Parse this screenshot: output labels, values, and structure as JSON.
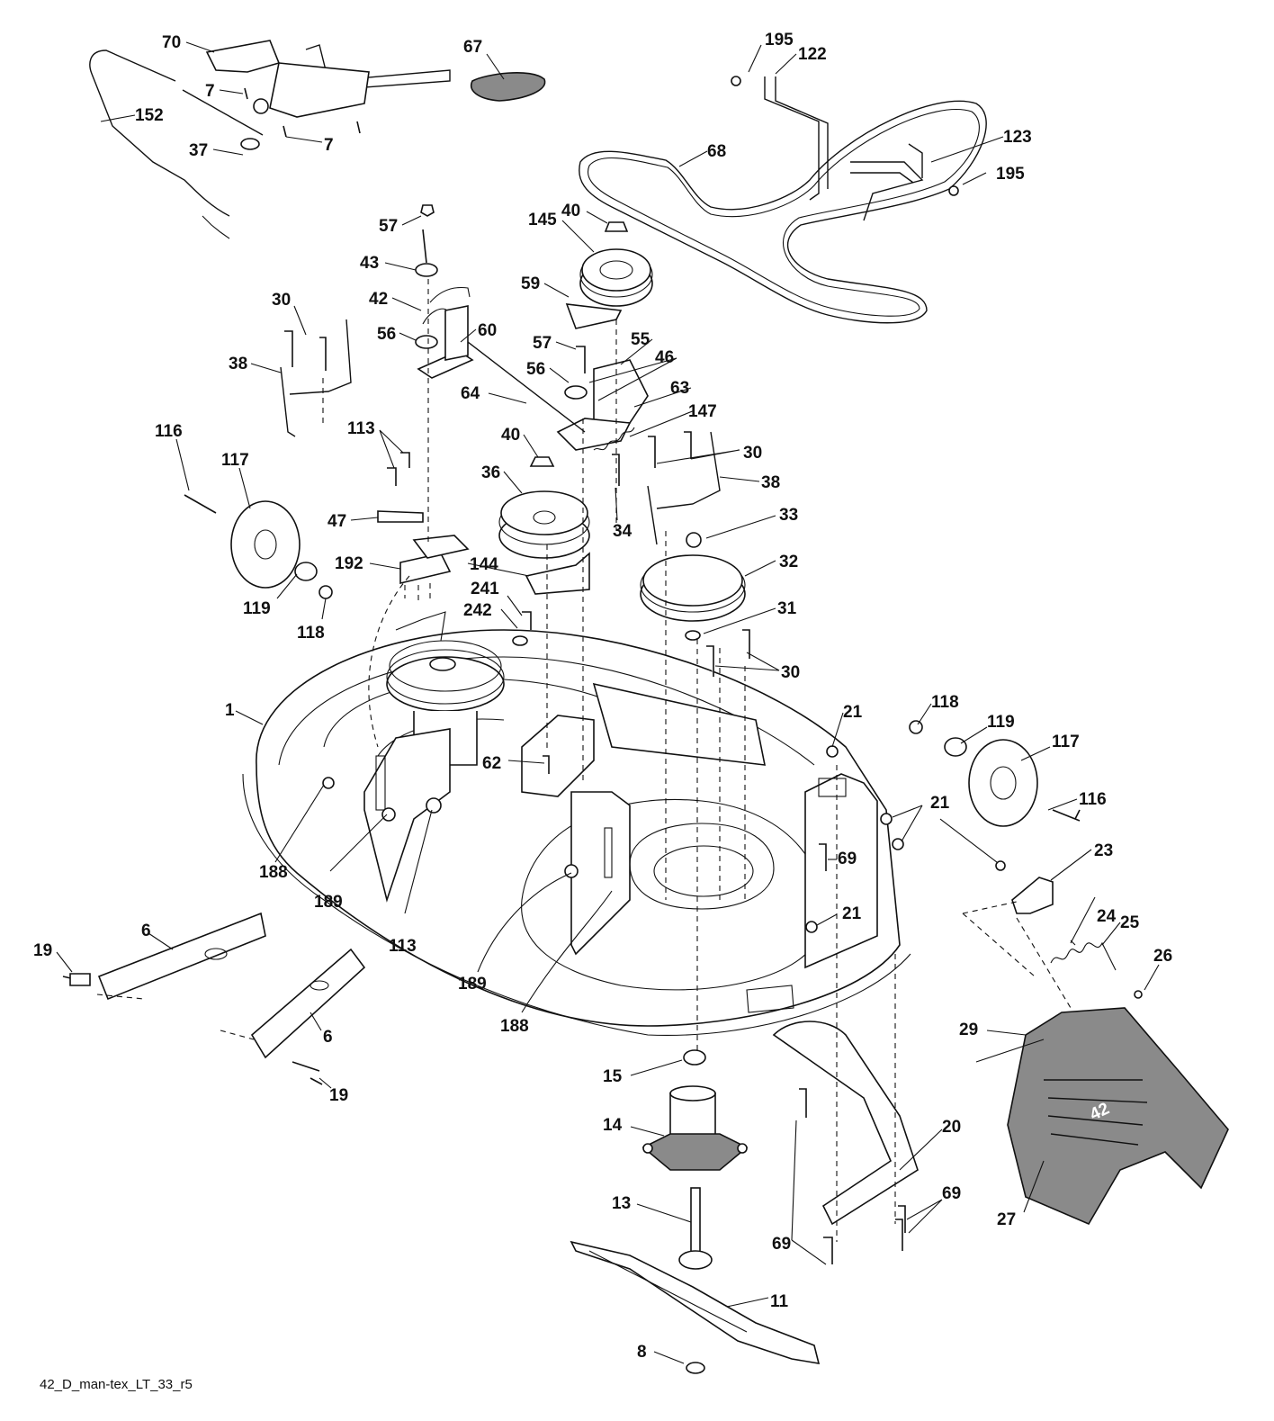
{
  "caption": "42_D_man-tex_LT_33_r5",
  "deck_badge": "42",
  "callouts": [
    {
      "id": "c70",
      "text": "70"
    },
    {
      "id": "c67",
      "text": "67"
    },
    {
      "id": "c7a",
      "text": "7"
    },
    {
      "id": "c7b",
      "text": "7"
    },
    {
      "id": "c152",
      "text": "152"
    },
    {
      "id": "c37",
      "text": "37"
    },
    {
      "id": "c195a",
      "text": "195"
    },
    {
      "id": "c122",
      "text": "122"
    },
    {
      "id": "c68",
      "text": "68"
    },
    {
      "id": "c123",
      "text": "123"
    },
    {
      "id": "c195b",
      "text": "195"
    },
    {
      "id": "c57a",
      "text": "57"
    },
    {
      "id": "c40a",
      "text": "40"
    },
    {
      "id": "c145",
      "text": "145"
    },
    {
      "id": "c43",
      "text": "43"
    },
    {
      "id": "c42",
      "text": "42"
    },
    {
      "id": "c59",
      "text": "59"
    },
    {
      "id": "c30a",
      "text": "30"
    },
    {
      "id": "c60",
      "text": "60"
    },
    {
      "id": "c56a",
      "text": "56"
    },
    {
      "id": "c57b",
      "text": "57"
    },
    {
      "id": "c55",
      "text": "55"
    },
    {
      "id": "c38a",
      "text": "38"
    },
    {
      "id": "c56b",
      "text": "56"
    },
    {
      "id": "c46",
      "text": "46"
    },
    {
      "id": "c64",
      "text": "64"
    },
    {
      "id": "c63",
      "text": "63"
    },
    {
      "id": "c147",
      "text": "147"
    },
    {
      "id": "c116a",
      "text": "116"
    },
    {
      "id": "c113a",
      "text": "113"
    },
    {
      "id": "c40b",
      "text": "40"
    },
    {
      "id": "c30b",
      "text": "30"
    },
    {
      "id": "c117a",
      "text": "117"
    },
    {
      "id": "c36",
      "text": "36"
    },
    {
      "id": "c38b",
      "text": "38"
    },
    {
      "id": "c34",
      "text": "34"
    },
    {
      "id": "c47",
      "text": "47"
    },
    {
      "id": "c33",
      "text": "33"
    },
    {
      "id": "c192",
      "text": "192"
    },
    {
      "id": "c144",
      "text": "144"
    },
    {
      "id": "c32",
      "text": "32"
    },
    {
      "id": "c241",
      "text": "241"
    },
    {
      "id": "c119a",
      "text": "119"
    },
    {
      "id": "c118a",
      "text": "118"
    },
    {
      "id": "c242",
      "text": "242"
    },
    {
      "id": "c31",
      "text": "31"
    },
    {
      "id": "c30c",
      "text": "30"
    },
    {
      "id": "c1",
      "text": "1"
    },
    {
      "id": "c21a",
      "text": "21"
    },
    {
      "id": "c118b",
      "text": "118"
    },
    {
      "id": "c119b",
      "text": "119"
    },
    {
      "id": "c117b",
      "text": "117"
    },
    {
      "id": "c62",
      "text": "62"
    },
    {
      "id": "c116b",
      "text": "116"
    },
    {
      "id": "c21b",
      "text": "21"
    },
    {
      "id": "c188a",
      "text": "188"
    },
    {
      "id": "c69a",
      "text": "69"
    },
    {
      "id": "c23",
      "text": "23"
    },
    {
      "id": "c189a",
      "text": "189"
    },
    {
      "id": "c113b",
      "text": "113"
    },
    {
      "id": "c24",
      "text": "24"
    },
    {
      "id": "c25",
      "text": "25"
    },
    {
      "id": "c6a",
      "text": "6"
    },
    {
      "id": "c21c",
      "text": "21"
    },
    {
      "id": "c19a",
      "text": "19"
    },
    {
      "id": "c26",
      "text": "26"
    },
    {
      "id": "c189b",
      "text": "189"
    },
    {
      "id": "c188b",
      "text": "188"
    },
    {
      "id": "c6b",
      "text": "6"
    },
    {
      "id": "c29",
      "text": "29"
    },
    {
      "id": "c15",
      "text": "15"
    },
    {
      "id": "c19b",
      "text": "19"
    },
    {
      "id": "c14",
      "text": "14"
    },
    {
      "id": "c20",
      "text": "20"
    },
    {
      "id": "c13",
      "text": "13"
    },
    {
      "id": "c69b",
      "text": "69"
    },
    {
      "id": "c69c",
      "text": "69"
    },
    {
      "id": "c27",
      "text": "27"
    },
    {
      "id": "c11",
      "text": "11"
    },
    {
      "id": "c8",
      "text": "8"
    }
  ]
}
